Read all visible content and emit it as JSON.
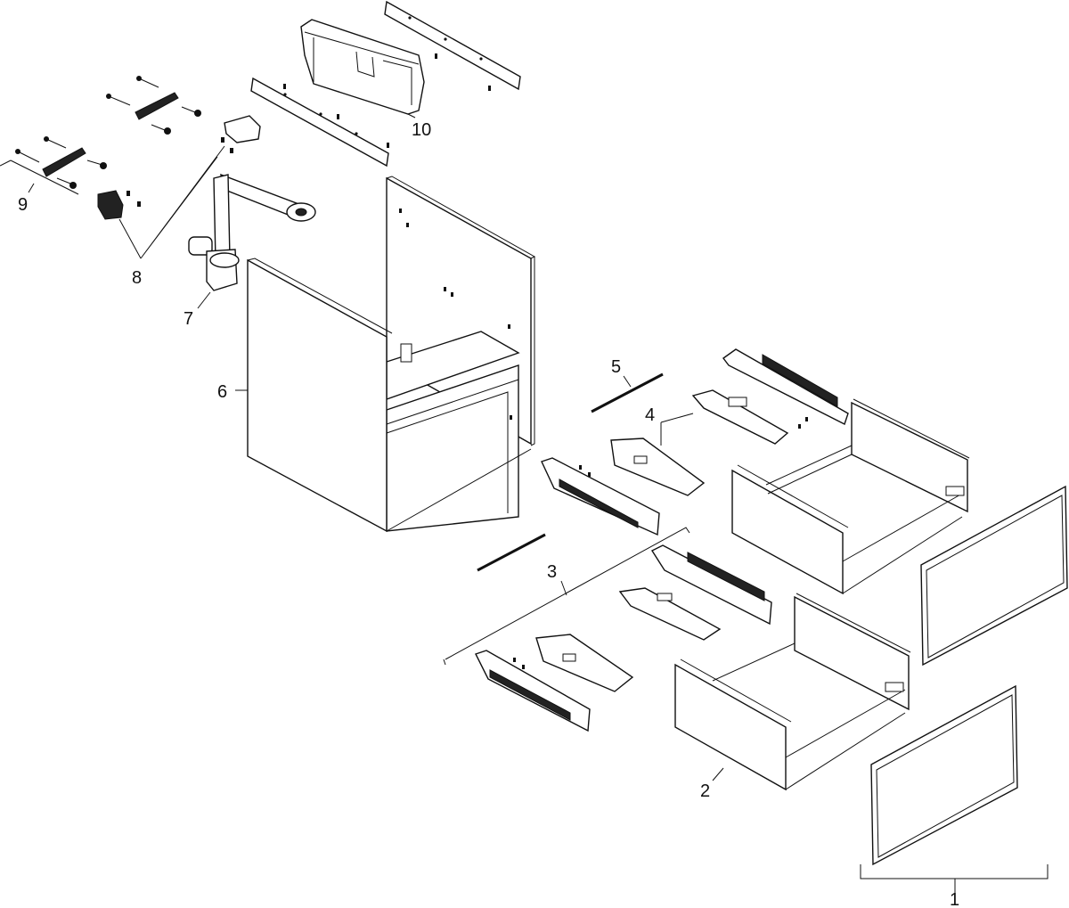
{
  "diagram": {
    "labels": {
      "p1": "1",
      "p2": "2",
      "p3": "3",
      "p4": "4",
      "p5": "5",
      "p6": "6",
      "p7": "7",
      "p8": "8",
      "p9": "9",
      "p10": "10"
    },
    "colors": {
      "line": "#111111",
      "background": "#ffffff"
    }
  }
}
